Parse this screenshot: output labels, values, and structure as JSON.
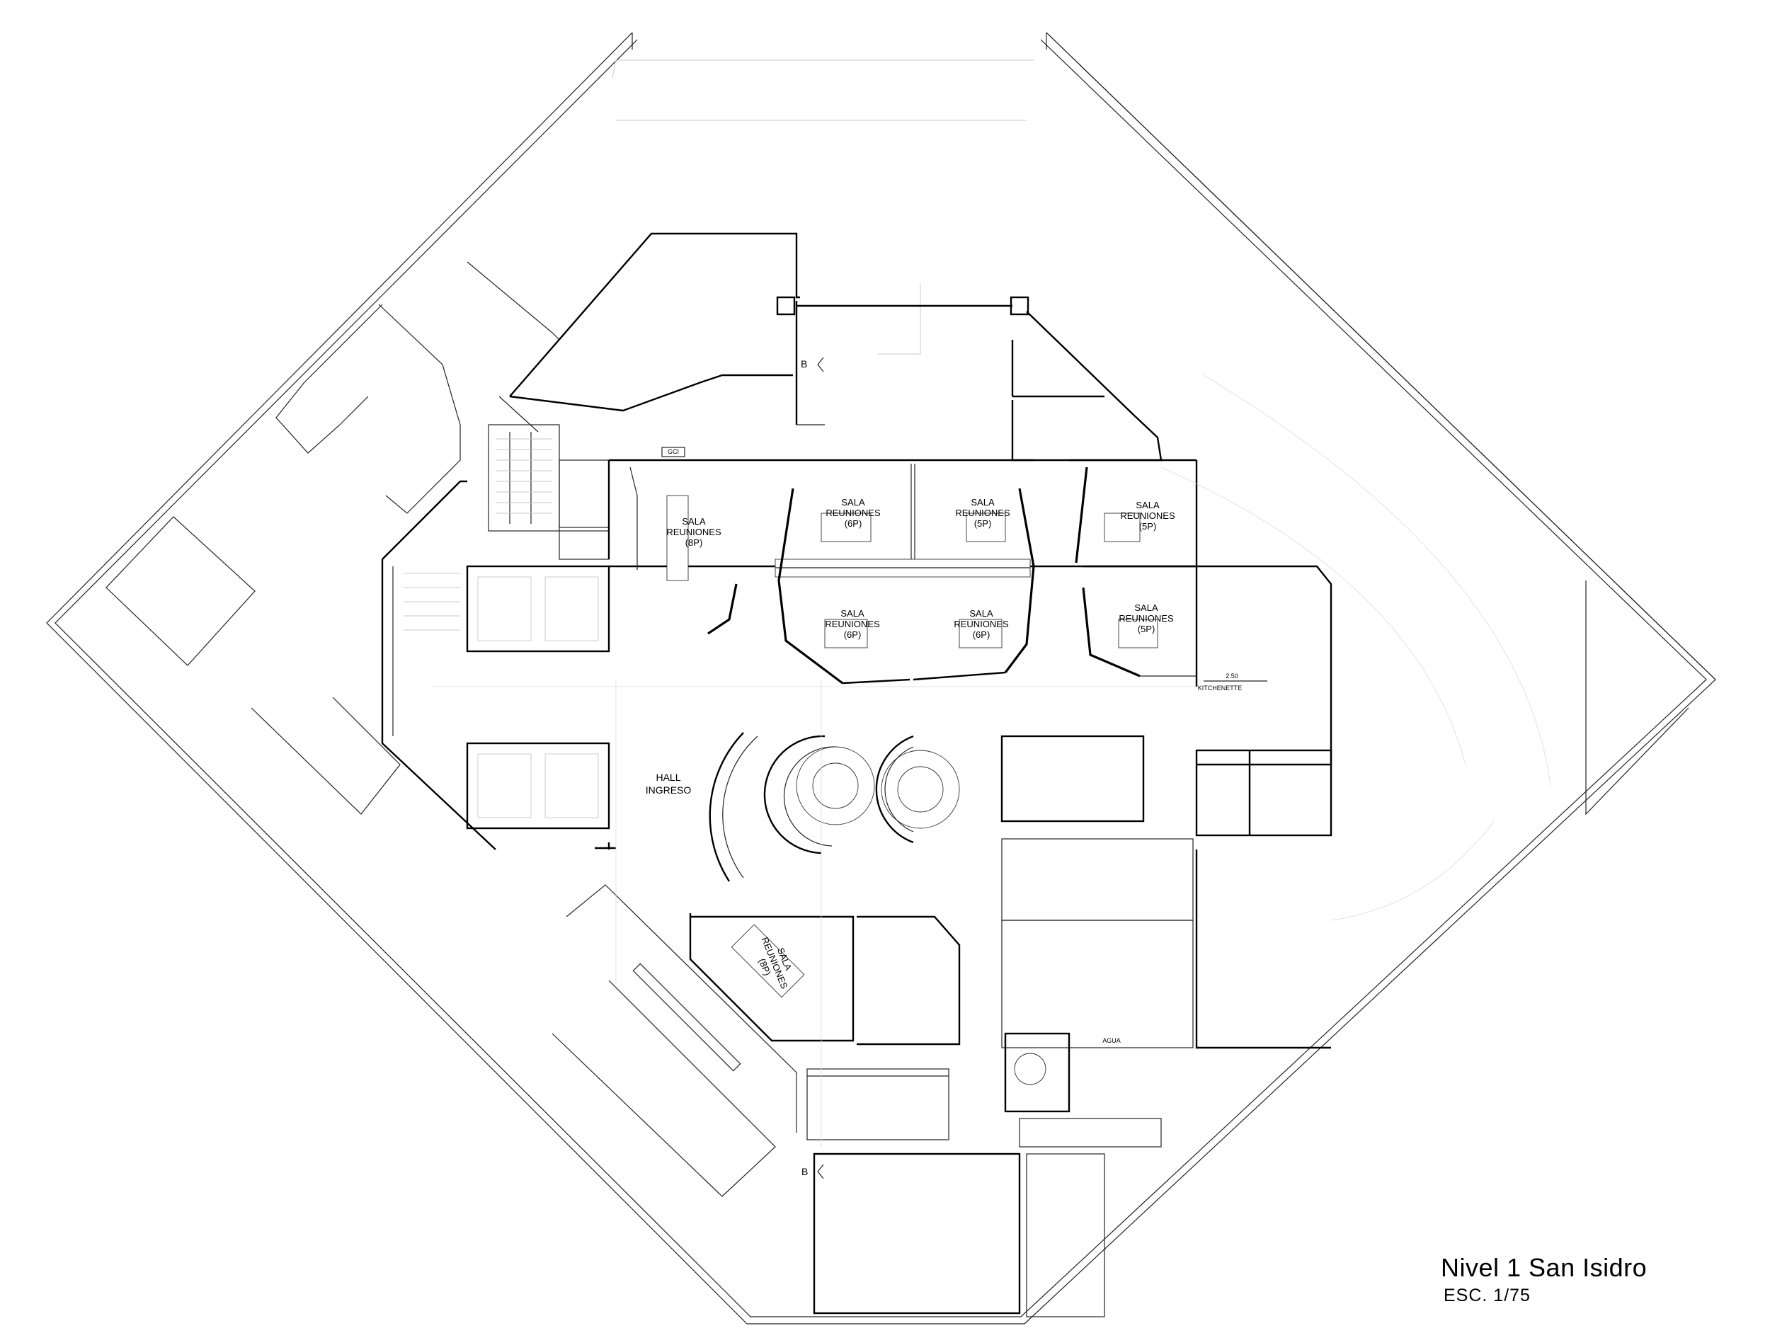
{
  "title": "Nivel 1  San Isidro",
  "scale": "ESC. 1/75",
  "rooms": {
    "hall": [
      "HALL",
      "INGRESO"
    ],
    "kitchenette": "KITCHENETTE",
    "kitchenette_dim": "2.50",
    "agua": "AGUA",
    "gci": "GCI",
    "section_top": "B",
    "section_bottom": "B",
    "meeting_8p_top": [
      "SALA",
      "REUNIONES",
      "(8P)"
    ],
    "meeting_6p_a": [
      "SALA",
      "REUNIONES",
      "(6P)"
    ],
    "meeting_5p_a": [
      "SALA",
      "REUNIONES",
      "(5P)"
    ],
    "meeting_5p_b": [
      "SALA",
      "REUNIONES",
      "(5P)"
    ],
    "meeting_6p_b": [
      "SALA",
      "REUNIONES",
      "(6P)"
    ],
    "meeting_6p_c": [
      "SALA",
      "REUNIONES",
      "(6P)"
    ],
    "meeting_5p_c": [
      "SALA",
      "REUNIONES",
      "(5P)"
    ],
    "meeting_8p_bottom": [
      "SALA",
      "REUNIONES",
      "(8P)"
    ]
  },
  "colors": {
    "wall": "#000000",
    "faint": "#c8c8c8",
    "background": "#ffffff"
  }
}
